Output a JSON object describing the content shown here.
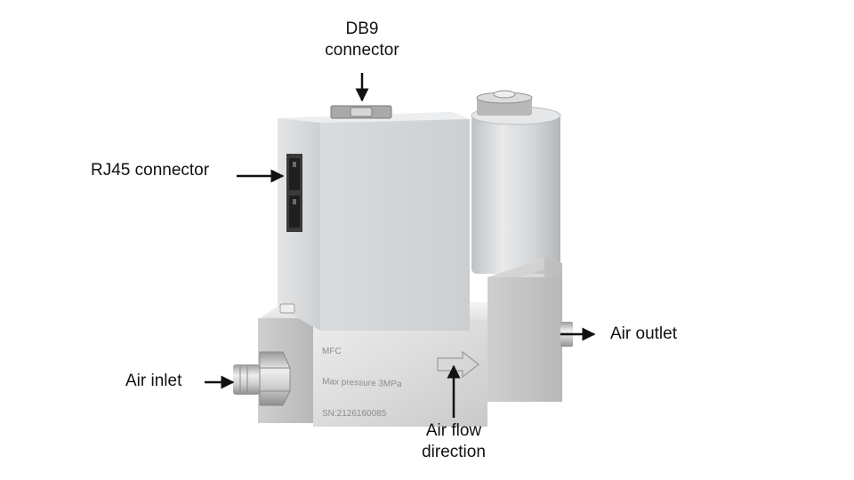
{
  "callouts": {
    "db9": {
      "line1": "DB9",
      "line2": "connector"
    },
    "rj45": "RJ45 connector",
    "air_outlet": "Air outlet",
    "air_inlet": "Air inlet",
    "air_flow": {
      "line1": "Air flow",
      "line2": "direction"
    }
  },
  "engraving": {
    "model": "MFC",
    "pressure": "Max pressure 3MPa",
    "serial": "SN:2126160085"
  },
  "colors": {
    "label_text": "#111111",
    "arrow": "#111111",
    "housing": "#d4d6d8",
    "steel_body": "#dedede",
    "valve_cylinder": "#cfd1d3"
  }
}
